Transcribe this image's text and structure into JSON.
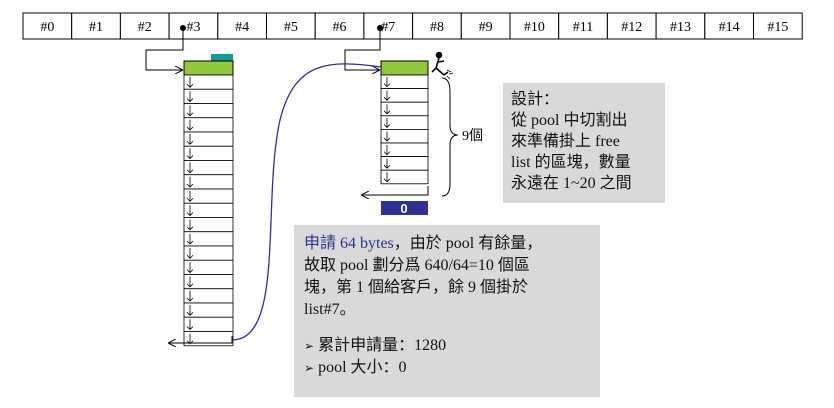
{
  "free_list": {
    "cells": [
      "#0",
      "#1",
      "#2",
      "#3",
      "#4",
      "#5",
      "#6",
      "#7",
      "#8",
      "#9",
      "#10",
      "#11",
      "#12",
      "#13",
      "#14",
      "#15"
    ]
  },
  "chunk_label": "9個",
  "zero_block_label": "0",
  "note_design": {
    "title": "設計：",
    "line1": "從 pool 中切割出",
    "line2": "來準備掛上 free",
    "line3": "list 的區塊，數量",
    "line4": "永遠在 1~20 之間"
  },
  "note_request": {
    "highlight": "申請 64 bytes",
    "rest1": "，由於 pool 有餘量，",
    "line2": "故取 pool 劃分爲 640/64=10 個區",
    "line3": "塊，第 1 個給客戶，餘 9 個掛於",
    "line4": "list#7。",
    "stat1": "累計申請量：1280",
    "stat2": "pool 大小：0"
  },
  "colors": {
    "head_green": "#92c83e",
    "teal": "#1a9a96",
    "navy": "#2e3192",
    "curve": "#2e3192",
    "note_bg": "#d9d9d9"
  }
}
